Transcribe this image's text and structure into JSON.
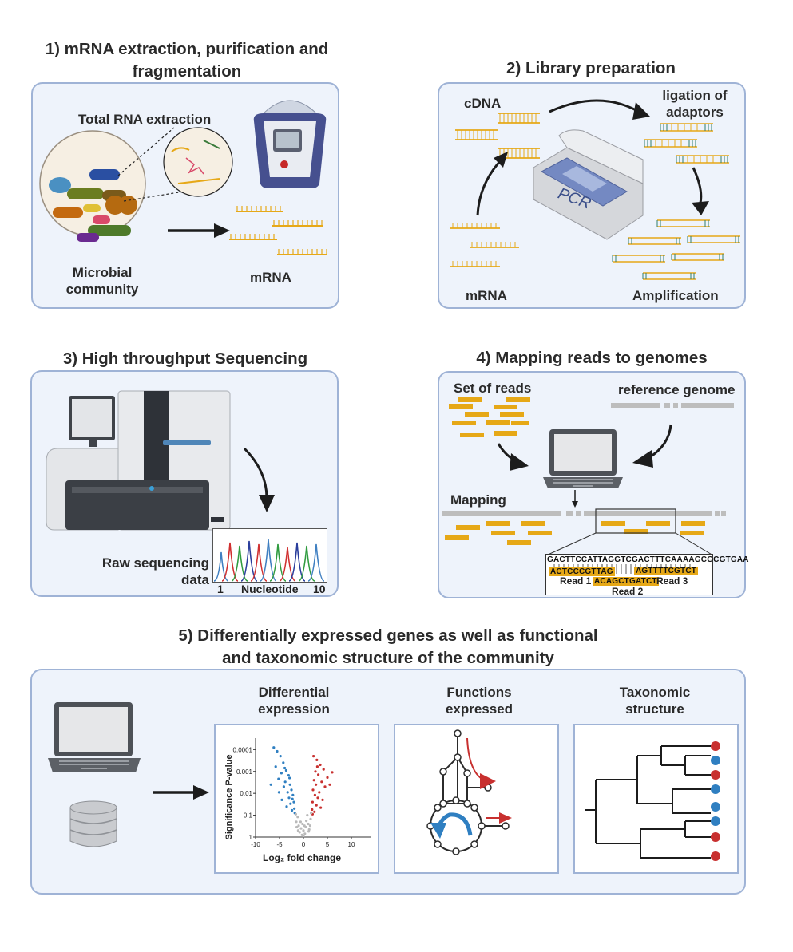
{
  "panel1": {
    "title_line1": "1) mRNA extraction, purification and",
    "title_line2": "fragmentation",
    "total_rna": "Total RNA extraction",
    "microbial_line1": "Microbial",
    "microbial_line2": "community",
    "mrna": "mRNA"
  },
  "panel2": {
    "title": "2) Library preparation",
    "cdna": "cDNA",
    "ligation_line1": "ligation of",
    "ligation_line2": "adaptors",
    "pcr": "PCR",
    "mrna": "mRNA",
    "amplification": "Amplification"
  },
  "panel3": {
    "title": "3) High throughput Sequencing",
    "raw_line1": "Raw sequencing",
    "raw_line2": "data",
    "axis_start": "1",
    "axis_label": "Nucleotide",
    "axis_end": "10"
  },
  "panel4": {
    "title": "4) Mapping reads to genomes",
    "set_of_reads": "Set of reads",
    "reference_genome": "reference genome",
    "mapping": "Mapping",
    "reference_seq": "GACTTCCATTAGGTCGACTTTCAAAAGCGCGTGAA",
    "read1_seq": "ACTCCCGTTAG",
    "read2_seq": "ACAGCTGATCT",
    "read3_seq": "AGTTTTCGTCT",
    "read1": "Read 1",
    "read2": "Read 2",
    "read3": "Read 3"
  },
  "panel5": {
    "title_line1": "5) Differentially expressed genes as well as functional",
    "title_line2": "and taxonomic structure of the community",
    "diff_line1": "Differential",
    "diff_line2": "expression",
    "func_line1": "Functions",
    "func_line2": "expressed",
    "tax_line1": "Taxonomic",
    "tax_line2": "structure"
  },
  "chart_data": {
    "type": "scatter",
    "title": "",
    "xlabel": "Log₂ fold change",
    "ylabel": "Significance P-value",
    "x_ticks": [
      "-10",
      "-5",
      "0",
      "5",
      "10"
    ],
    "y_ticks": [
      "0.0001",
      "0.001",
      "0.01",
      "0.1",
      "1"
    ],
    "xlim": [
      -10,
      14
    ],
    "y_scale": "log",
    "ylim": [
      1,
      3e-05
    ],
    "series": [
      {
        "color": "#2f7fc1",
        "points": [
          [
            -6.2,
            8e-05
          ],
          [
            -5.5,
            0.00012
          ],
          [
            -4.8,
            0.0002
          ],
          [
            -4.2,
            0.0004
          ],
          [
            -5.8,
            0.0006
          ],
          [
            -3.6,
            0.0009
          ],
          [
            -4.6,
            0.0012
          ],
          [
            -3.1,
            0.0015
          ],
          [
            -5.2,
            0.0022
          ],
          [
            -3.8,
            0.003
          ],
          [
            -2.8,
            0.004
          ],
          [
            -4.1,
            0.005
          ],
          [
            -2.5,
            0.007
          ],
          [
            -3.3,
            0.009
          ],
          [
            -6.8,
            0.004
          ],
          [
            -2.2,
            0.012
          ],
          [
            -3.0,
            0.016
          ],
          [
            -4.5,
            0.02
          ],
          [
            -2.0,
            0.025
          ],
          [
            -2.7,
            0.03
          ],
          [
            -3.5,
            0.04
          ],
          [
            -1.9,
            0.05
          ],
          [
            -2.4,
            0.06
          ],
          [
            -5.1,
            0.009
          ],
          [
            -1.8,
            0.08
          ],
          [
            -2.9,
            0.002
          ],
          [
            -3.9,
            0.0007
          ],
          [
            -2.3,
            0.018
          ]
        ]
      },
      {
        "color": "#c8302f",
        "points": [
          [
            2.1,
            0.0002
          ],
          [
            2.8,
            0.0003
          ],
          [
            3.5,
            0.0005
          ],
          [
            4.2,
            0.0008
          ],
          [
            2.5,
            0.001
          ],
          [
            3.1,
            0.0014
          ],
          [
            5.0,
            0.0019
          ],
          [
            2.2,
            0.0025
          ],
          [
            3.8,
            0.003
          ],
          [
            2.6,
            0.004
          ],
          [
            4.5,
            0.005
          ],
          [
            2.0,
            0.007
          ],
          [
            3.3,
            0.009
          ],
          [
            6.0,
            0.0011
          ],
          [
            2.4,
            0.012
          ],
          [
            3.0,
            0.016
          ],
          [
            4.0,
            0.02
          ],
          [
            1.9,
            0.025
          ],
          [
            2.7,
            0.035
          ],
          [
            3.6,
            0.045
          ],
          [
            1.8,
            0.055
          ],
          [
            2.3,
            0.07
          ],
          [
            5.5,
            0.004
          ],
          [
            2.9,
            0.0006
          ],
          [
            1.9,
            0.09
          ]
        ]
      },
      {
        "color": "#b9b9b9",
        "points": [
          [
            -1.5,
            0.2
          ],
          [
            -1.0,
            0.3
          ],
          [
            -0.5,
            0.4
          ],
          [
            0.0,
            0.5
          ],
          [
            0.5,
            0.35
          ],
          [
            1.0,
            0.25
          ],
          [
            1.5,
            0.15
          ],
          [
            -1.2,
            0.12
          ],
          [
            0.8,
            0.1
          ],
          [
            -0.8,
            0.6
          ],
          [
            0.3,
            0.7
          ],
          [
            -0.3,
            0.8
          ],
          [
            1.2,
            0.45
          ],
          [
            -1.6,
            0.09
          ],
          [
            1.6,
            0.08
          ],
          [
            0.0,
            0.9
          ],
          [
            -0.6,
            0.2
          ],
          [
            0.6,
            0.18
          ],
          [
            -1.1,
            0.5
          ],
          [
            1.1,
            0.55
          ],
          [
            0.2,
            0.3
          ],
          [
            -0.2,
            0.25
          ],
          [
            1.4,
            0.3
          ],
          [
            -1.4,
            0.35
          ]
        ]
      }
    ]
  }
}
